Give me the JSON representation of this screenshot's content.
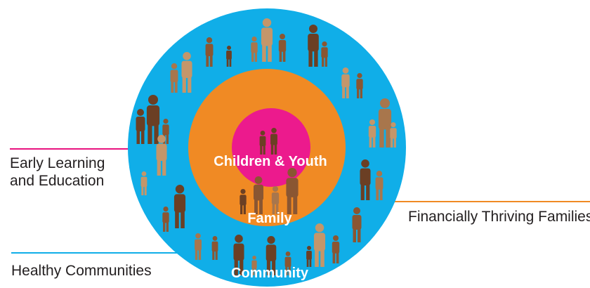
{
  "diagram": {
    "rings": {
      "outer": {
        "label": "Community",
        "color": "#10aee8"
      },
      "middle": {
        "label": "Family",
        "color": "#f08a24"
      },
      "inner": {
        "label": "Children & Youth",
        "color": "#ec1a8d"
      }
    },
    "silhouette_colors": [
      "#6b3f24",
      "#8a5632",
      "#a8764c",
      "#c4966a"
    ],
    "outcomes": [
      {
        "label": "Early Learning\nand Education",
        "line_color": "#e8137f"
      },
      {
        "label": "Financially Thriving Families",
        "line_color": "#f08a24"
      },
      {
        "label": "Healthy Communities",
        "line_color": "#10aee8"
      }
    ]
  }
}
